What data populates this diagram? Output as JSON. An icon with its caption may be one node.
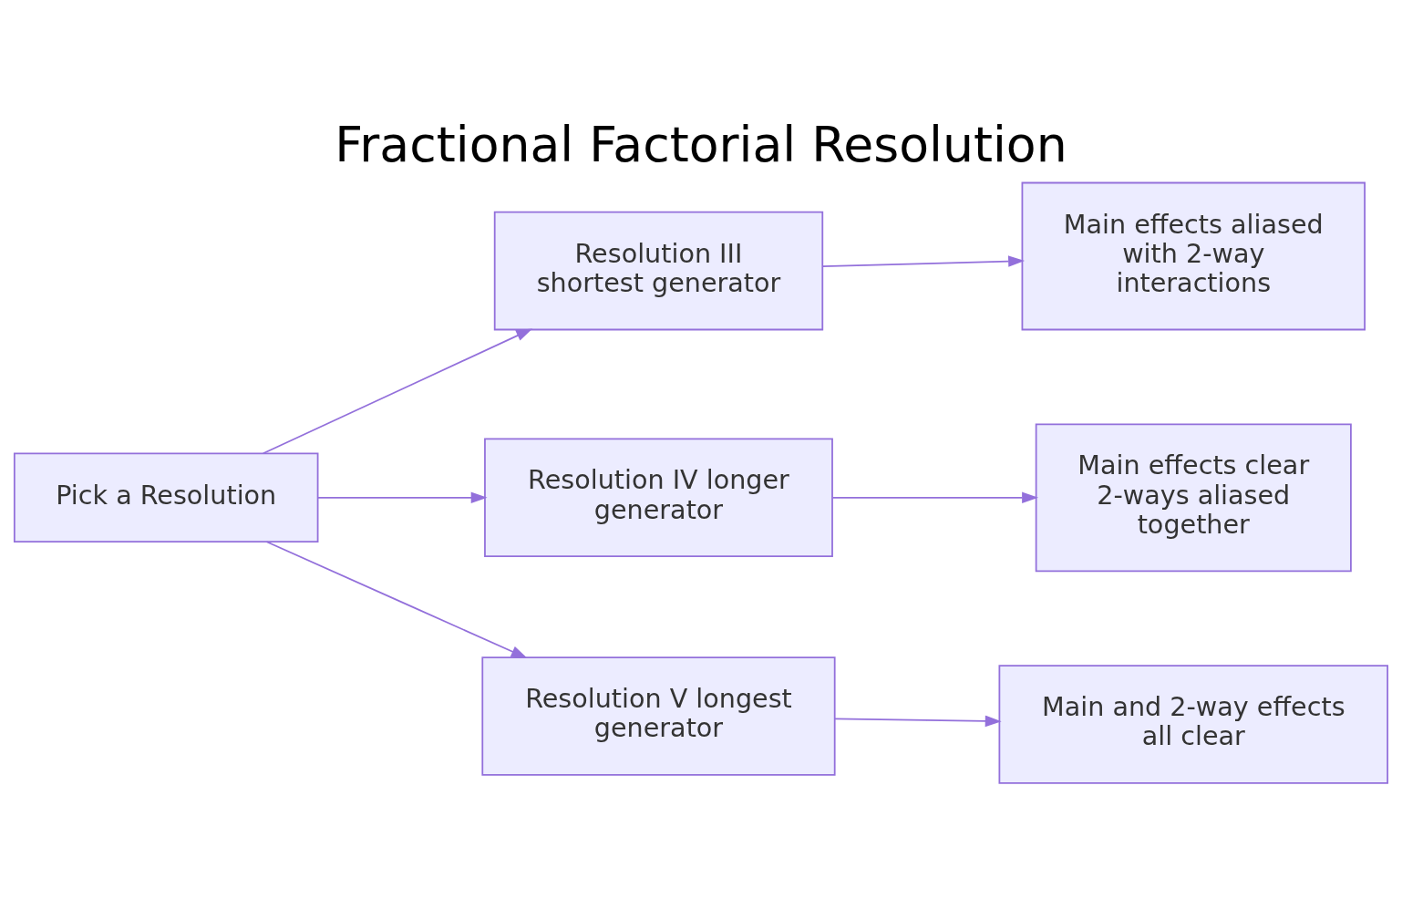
{
  "diagram": {
    "title": "Fractional Factorial Resolution",
    "nodes": [
      {
        "text": [
          "Pick a Resolution"
        ]
      },
      {
        "text": [
          "Resolution III shortest generator"
        ]
      },
      {
        "text": [
          "Main effects aliased with 2-way interactions"
        ]
      },
      {
        "text": [
          "Resolution IV longer generator"
        ]
      },
      {
        "text": [
          "Main effects clear 2-ways aliased together"
        ]
      },
      {
        "text": [
          "Resolution V longest generator"
        ]
      },
      {
        "text": [
          "Main and 2-way effects all clear"
        ]
      }
    ],
    "edges": [
      {
        "from": 0,
        "to": 1,
        "arrow": "to"
      },
      {
        "from": 1,
        "to": 2,
        "arrow": "to"
      },
      {
        "from": 0,
        "to": 3,
        "arrow": "to"
      },
      {
        "from": 3,
        "to": 4,
        "arrow": "to"
      },
      {
        "from": 0,
        "to": 5,
        "arrow": "to"
      },
      {
        "from": 5,
        "to": 6,
        "arrow": "to"
      }
    ]
  }
}
